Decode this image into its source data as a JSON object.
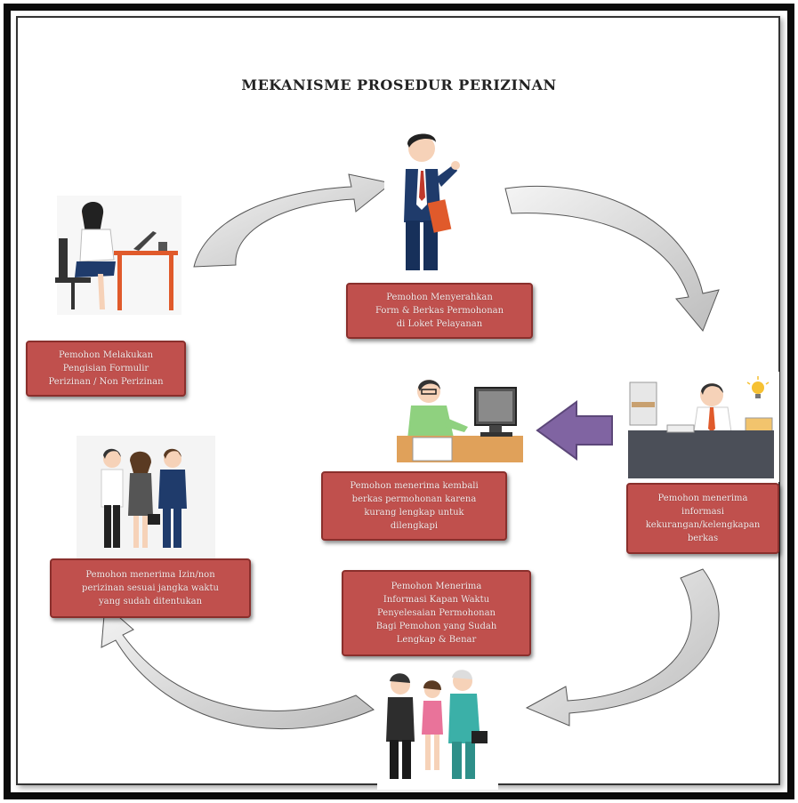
{
  "title": "MEKANISME PROSEDUR PERIZINAN",
  "steps": {
    "submit": "Pemohon Menyerahkan\nForm & Berkas Permohonan\ndi Loket Pelayanan",
    "fill_form": "Pemohon Melakukan\nPengisian Formulir\nPerizinan / Non Perizinan",
    "receive_info": "Pemohon menerima\ninformasi\nkekurangan/kelengkapan\nberkas",
    "return_docs": "Pemohon menerima kembali\nberkas permohonan karena\nkurang lengkap  untuk\ndilengkapi",
    "receive_permit": "Pemohon menerima Izin/non\nperizinan sesuai jangka waktu\nyang sudah ditentukan",
    "completion_time": "Pemohon Menerima\nInformasi Kapan Waktu\nPenyelesaian Permohonan\nBagi Pemohon yang Sudah\nLengkap & Benar"
  },
  "colors": {
    "box_fill": "#c0504d",
    "box_border": "#8a2f2c",
    "arrow_fill": "#d9d9d9",
    "purple_arrow": "#8064a2"
  },
  "icons": [
    "woman-at-desk-icon",
    "businessman-icon",
    "officer-desk-icon",
    "clerk-computer-icon",
    "business-group-icon",
    "meeting-people-icon"
  ]
}
